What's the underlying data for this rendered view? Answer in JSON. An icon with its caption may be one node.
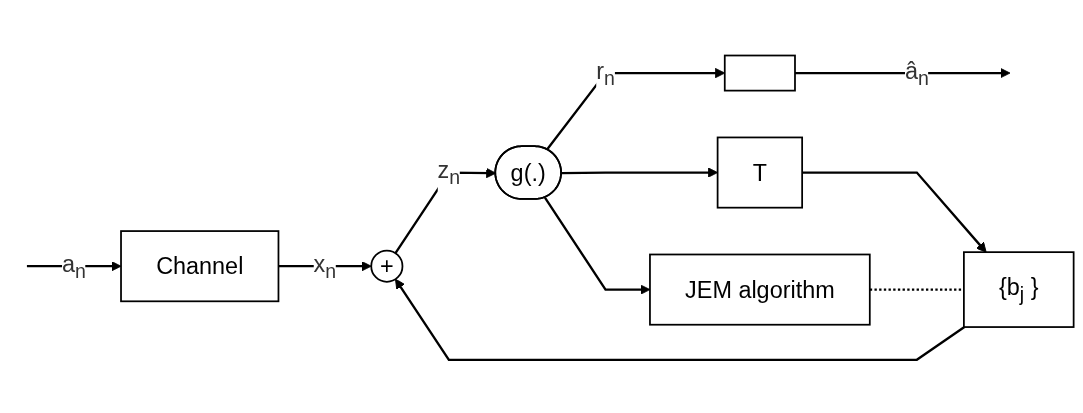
{
  "diagram": {
    "nodes": [
      {
        "text": [
          "Channel"
        ]
      },
      {
        "text": [
          "+"
        ]
      },
      {
        "text": [
          "g(.)"
        ]
      },
      {
        "text": [],
        "shape": "box"
      },
      {
        "text": [
          "{b$_{j}$ }"
        ]
      },
      {
        "text": [
          "T"
        ]
      },
      {
        "text": [
          "JEM algorithm"
        ]
      }
    ],
    "edges": [
      {
        "from": null,
        "to": 0,
        "arrow": "to",
        "label": "a$_{n}$"
      },
      {
        "from": 0,
        "to": 1,
        "arrow": "to",
        "label": "x$_{n}$"
      },
      {
        "from": 1,
        "to": 2,
        "arrow": "to",
        "label": "z$_{n}$"
      },
      {
        "from": 2,
        "to": 3,
        "arrow": "to",
        "label": "r$_{n}$"
      },
      {
        "from": 3,
        "to": null,
        "arrow": "to",
        "label": "â$_{n}$"
      },
      {
        "from": 2,
        "to": 5,
        "arrow": "to"
      },
      {
        "from": 2,
        "to": 6,
        "arrow": "to"
      },
      {
        "from": 5,
        "to": 4,
        "arrow": "to"
      },
      {
        "from": 4,
        "to": 1,
        "arrow": "to"
      },
      {
        "from": 6,
        "to": 4,
        "arrow": "none",
        "style": "dashed"
      }
    ]
  }
}
